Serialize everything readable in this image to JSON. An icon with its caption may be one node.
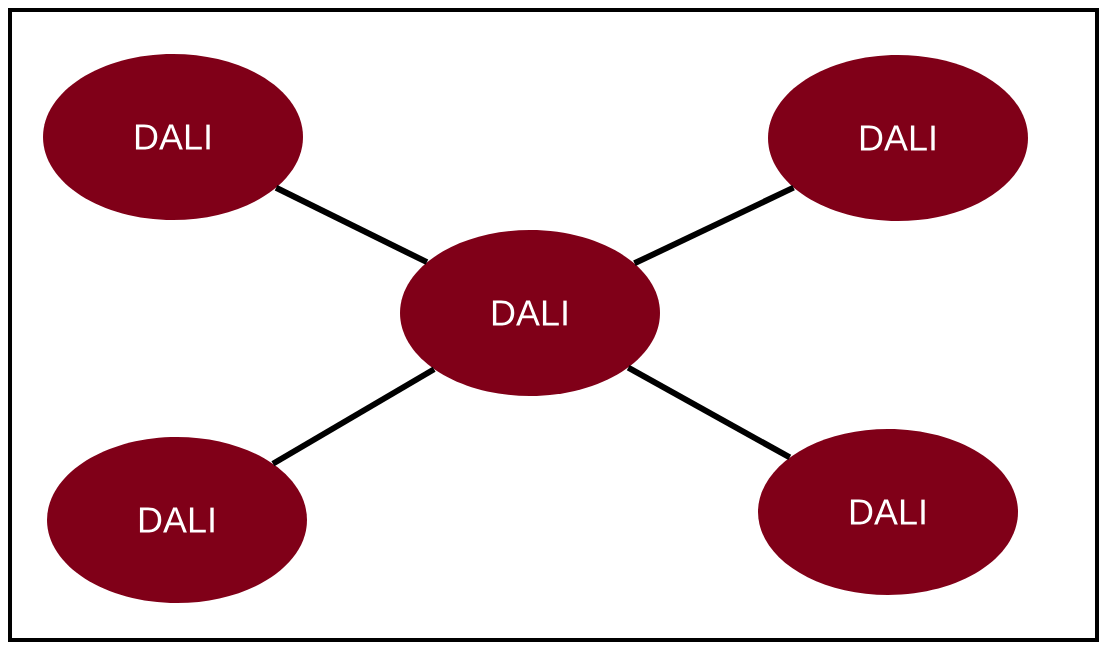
{
  "diagram": {
    "nodes": [
      {
        "text": [
          "DALI"
        ]
      },
      {
        "text": [
          "DALI"
        ]
      },
      {
        "text": [
          "DALI"
        ]
      },
      {
        "text": [
          "DALI"
        ]
      },
      {
        "text": [
          "DALI"
        ]
      }
    ],
    "edges": [
      {
        "from": 2,
        "to": 0,
        "arrow": "none"
      },
      {
        "from": 2,
        "to": 1,
        "arrow": "none"
      },
      {
        "from": 2,
        "to": 3,
        "arrow": "none"
      },
      {
        "from": 2,
        "to": 4,
        "arrow": "none"
      }
    ]
  }
}
